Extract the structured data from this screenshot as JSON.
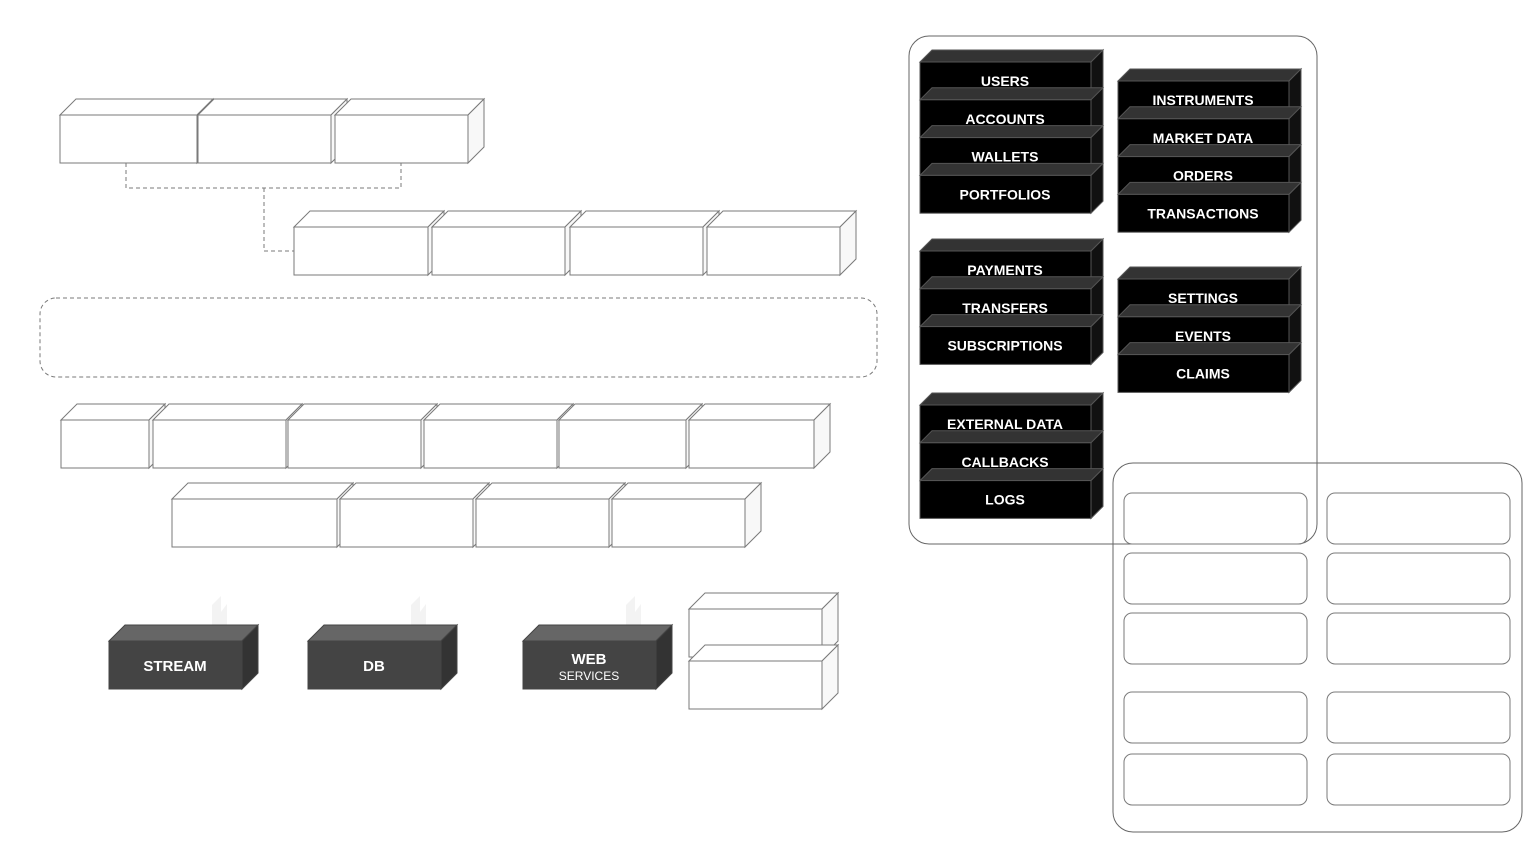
{
  "services": [
    {
      "title": "STREAM",
      "subtitle": ""
    },
    {
      "title": "DB",
      "subtitle": ""
    },
    {
      "title": "WEB",
      "subtitle": "SERVICES"
    }
  ],
  "stacks": [
    {
      "items": [
        "USERS",
        "ACCOUNTS",
        "WALLETS",
        "PORTFOLIOS"
      ]
    },
    {
      "items": [
        "INSTRUMENTS",
        "MARKET DATA",
        "ORDERS",
        "TRANSACTIONS"
      ]
    },
    {
      "items": [
        "PAYMENTS",
        "TRANSFERS",
        "SUBSCRIPTIONS"
      ]
    },
    {
      "items": [
        "SETTINGS",
        "EVENTS",
        "CLAIMS"
      ]
    },
    {
      "items": [
        "EXTERNAL DATA",
        "CALLBACKS",
        "LOGS"
      ]
    }
  ],
  "colors": {
    "stroke": "#7a7a7a",
    "dark_box": "#444444",
    "black_box": "#000000"
  }
}
